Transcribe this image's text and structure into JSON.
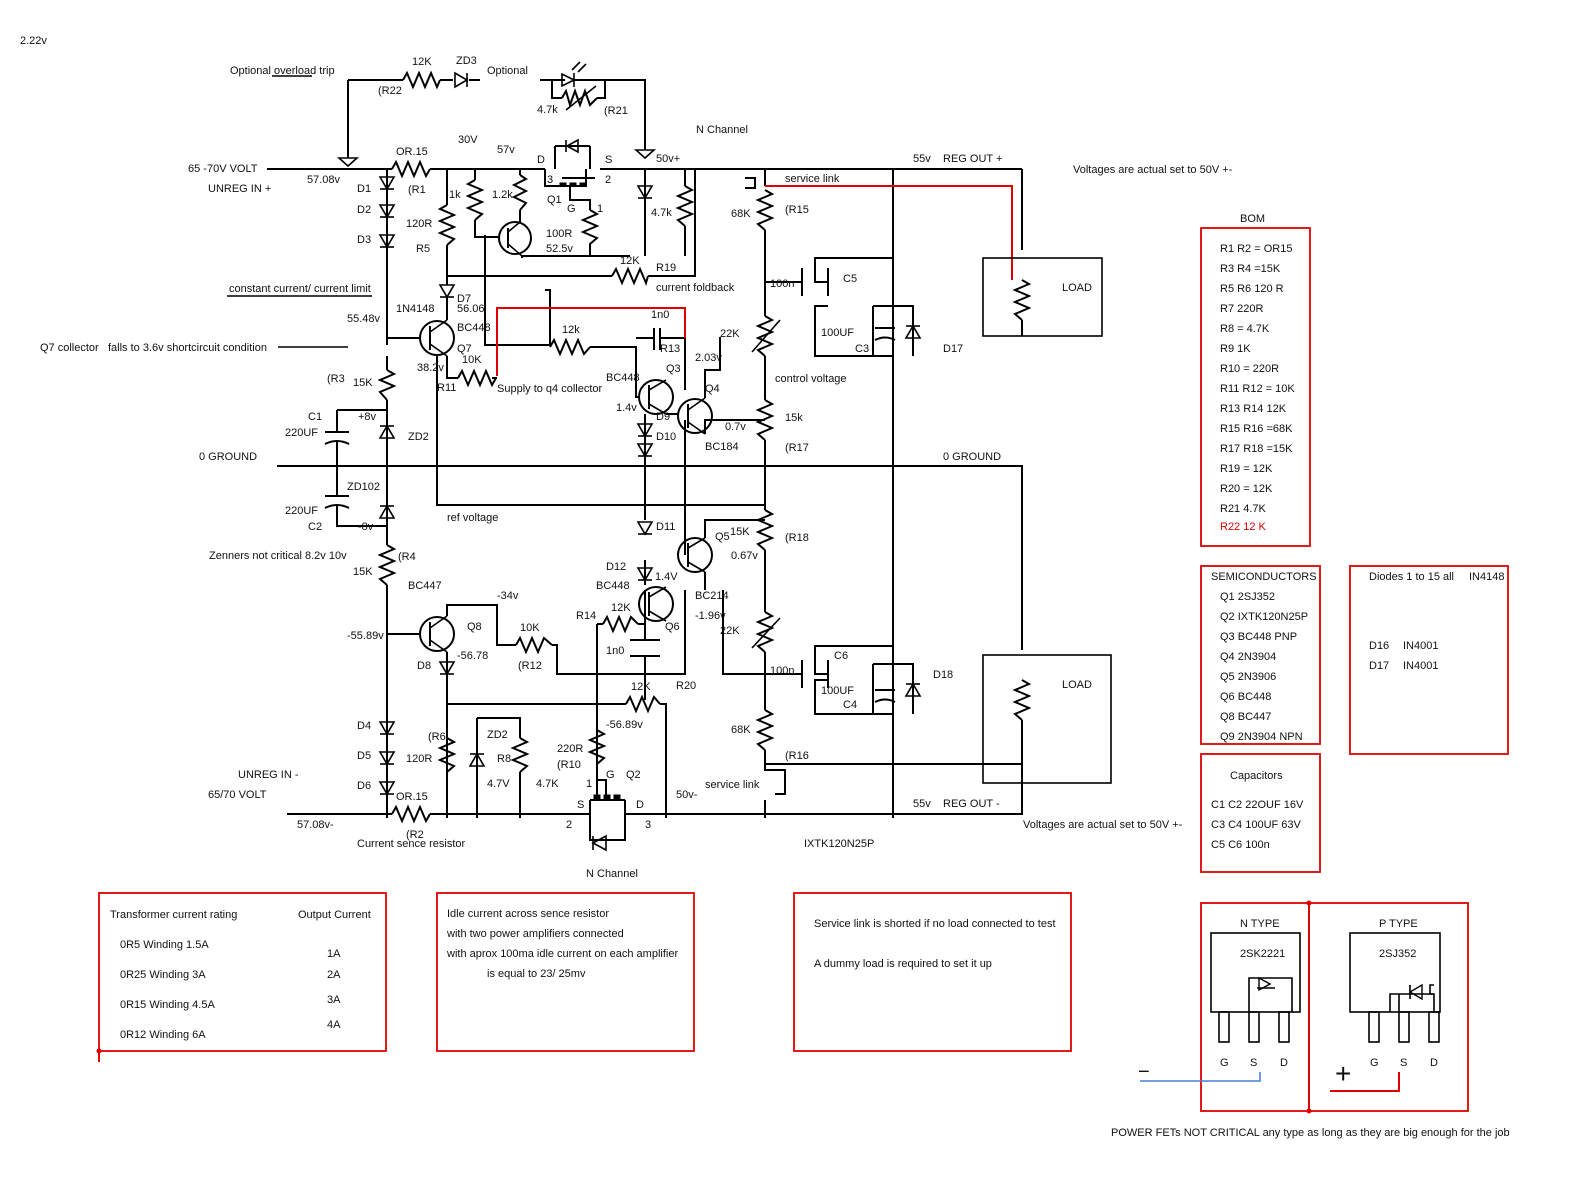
{
  "version": "2.22v",
  "top": {
    "optional_overload_trip": "Optional  overload trip",
    "r22_value": "12K",
    "r22_name": "(R22",
    "zd3": "ZD3",
    "optional": "Optional",
    "r21_value": "4.7k",
    "r21_name": "(R21",
    "n_channel_top": "N Channel",
    "v30": "30V",
    "v57": "57v"
  },
  "input_pos": {
    "volt": "65 -70V VOLT",
    "unreg": "UNREG IN +",
    "v5708": "57.08v",
    "or15": "OR.15",
    "r1": "(R1",
    "d1": "D1",
    "d2": "D2",
    "d3": "D3",
    "r120": "120R",
    "r5": "R5",
    "k1": "1k",
    "k12": "1.2k",
    "q1": "Q1",
    "d": "D",
    "s": "S",
    "g": "G",
    "p3": "3",
    "p2": "2",
    "p1": "1",
    "r100": "100R",
    "v525": "52.5v",
    "v50p": "50v+",
    "k47": "4.7k",
    "k12b": "12K",
    "r19": "R19",
    "foldback": "current foldback"
  },
  "reg_out_pos": {
    "v55": "55v",
    "label": "REG OUT +",
    "service_link": "service link",
    "voltages": "Voltages are actual set to 50V +-"
  },
  "upper": {
    "constant_current": "constant current/ current limit",
    "d7": "D7",
    "n4148": "1N4148",
    "v5606": "56.06",
    "bc448": "BC448",
    "v5548": "55.48v",
    "q7": "Q7",
    "q7_collector": "Q7 collector",
    "falls": "falls to 3.6v  shortcircuit condition",
    "k10": "10K",
    "v382": "38.2v",
    "r11": "R11",
    "supply_q4": "Supply to q4 collector",
    "k12c": "12k",
    "n1n0": "1n0",
    "r13": "R13",
    "bc448b": "BC448",
    "q3": "Q3",
    "v203": "2.03v",
    "q4": "Q4",
    "v14": "1.4v",
    "d9": "D9",
    "d10": "D10",
    "v07": "0.7v",
    "bc184": "BC184",
    "k22": "22K",
    "control_voltage": "control voltage",
    "k15": "15k",
    "r17": "(R17",
    "k68": "68K",
    "r15": "(R15",
    "n100": "100n",
    "c5": "C5",
    "uf100": "100UF",
    "c3": "C3",
    "d17": "D17",
    "r3": "(R3",
    "k15b": "15K",
    "c1": "C1",
    "uf220": "220UF",
    "v8p": "+8v",
    "zd2": "ZD2"
  },
  "ground": {
    "left": "0 GROUND",
    "right": "0 GROUND"
  },
  "lower": {
    "zd102": "ZD102",
    "uf220b": "220UF",
    "c2": "C2",
    "v8m": "-8v",
    "ref_voltage": "ref voltage",
    "zenners": "Zenners not critical  8.2v  10v",
    "r4": "(R4",
    "k15c": "15K",
    "bc447": "BC447",
    "d11": "D11",
    "q5": "Q5",
    "k15d": "15K",
    "v067": "0.67v",
    "r18": "(R18",
    "d12": "D12",
    "v14b": "1.4V",
    "bc448c": "BC448",
    "bc214": "BC214",
    "v196": "-1.96v",
    "k22b": "22K",
    "v34": "-34v",
    "q8": "Q8",
    "k10b": "10K",
    "r14": "R14",
    "k12d": "12K",
    "q6": "Q6",
    "v5589": "-55.89v",
    "d8": "D8",
    "v5678": "-56.78",
    "r12": "(R12",
    "n1n0b": "1n0",
    "n100b": "100n",
    "c6": "C6",
    "uf100b": "100UF",
    "c4": "C4",
    "d18": "D18",
    "k12e": "12K",
    "r20": "R20",
    "v5689": "-56.89v",
    "d4": "D4",
    "d5": "D5",
    "d6": "D6",
    "r6": "(R6",
    "r120b": "120R",
    "zd2b": "ZD2",
    "r8": "R8",
    "v47": "4.7V",
    "k47b": "4.7K",
    "r220": "220R",
    "r10": "(R10",
    "g": "G",
    "q2": "Q2",
    "p1": "1",
    "k68b": "68K",
    "r16": "(R16",
    "service_link": "service link",
    "unreg_neg": "UNREG IN -",
    "volt_neg": "65/70 VOLT",
    "or15b": "OR.15",
    "s": "S",
    "d": "D",
    "v50m": "50v-",
    "v5708m": "57.08v-",
    "r2": "(R2",
    "p2": "2",
    "p3": "3",
    "current_sense": "Current sence resistor",
    "n_channel": "N Channel",
    "part": "IXTK120N25P"
  },
  "reg_out_neg": {
    "v55": "55v",
    "label": "REG OUT -",
    "voltages": "Voltages are actual set to 50V +-"
  },
  "load": "LOAD",
  "bom": {
    "title": "BOM",
    "items": [
      "R1   R2 = OR15",
      "R3 R4 =15K",
      "R5 R6  120 R",
      "R7 220R",
      "R8 = 4.7K",
      "R9 1K",
      " R10 = 220R",
      "R11 R12 = 10K",
      "R13 R14 12K",
      "R15 R16 =68K",
      "R17 R18 =15K",
      "R19 = 12K",
      "R20 = 12K",
      "R21 4.7K"
    ],
    "red_item": "R22 12 K"
  },
  "semis": {
    "title": "SEMICONDUCTORS",
    "items": [
      "Q1   2SJ352",
      "Q2   IXTK120N25P",
      "Q3 BC448 PNP",
      "Q4  2N3904",
      "Q5  2N3906",
      "Q6 BC448",
      "Q8  BC447",
      "Q9 2N3904 NPN"
    ]
  },
  "diodes": {
    "line1": "Diodes  1 to 15 all",
    "line1b": "IN4148",
    "d16": "D16",
    "d16v": "IN4001",
    "d17": "D17",
    "d17v": "IN4001"
  },
  "caps": {
    "title": "Capacitors",
    "items": [
      "C1  C2   22OUF 16V",
      "C3  C4 100UF 63V",
      "C5 C6 100n"
    ]
  },
  "transformer": {
    "h1": "Transformer current rating",
    "h2": "Output Current",
    "rows": [
      {
        "w": "0R5  Winding  1.5A",
        "o": "1A"
      },
      {
        "w": "0R25  Winding       3A",
        "o": "2A"
      },
      {
        "w": "0R15   Winding 4.5A",
        "o": "3A"
      },
      {
        "w": "0R12  Winding    6A",
        "o": "4A"
      }
    ]
  },
  "idle": {
    "lines": [
      "Idle current across sence resistor",
      "with two power amplifiers connected",
      "with aprox 100ma idle current on each amplifier",
      "is equal to 23/ 25mv"
    ]
  },
  "service": {
    "lines": [
      "Service link is shorted if no load connected to test",
      "A dummy load is required to set it up"
    ]
  },
  "fets": {
    "n_type": "N  TYPE",
    "n_part": "2SK2221",
    "p_type": "P TYPE",
    "p_part": "2SJ352",
    "g": "G",
    "s": "S",
    "d": "D",
    "minus": "−",
    "plus": "+"
  },
  "footer": "POWER FETs NOT CRITICAL any type as long as they are big enough for the job"
}
